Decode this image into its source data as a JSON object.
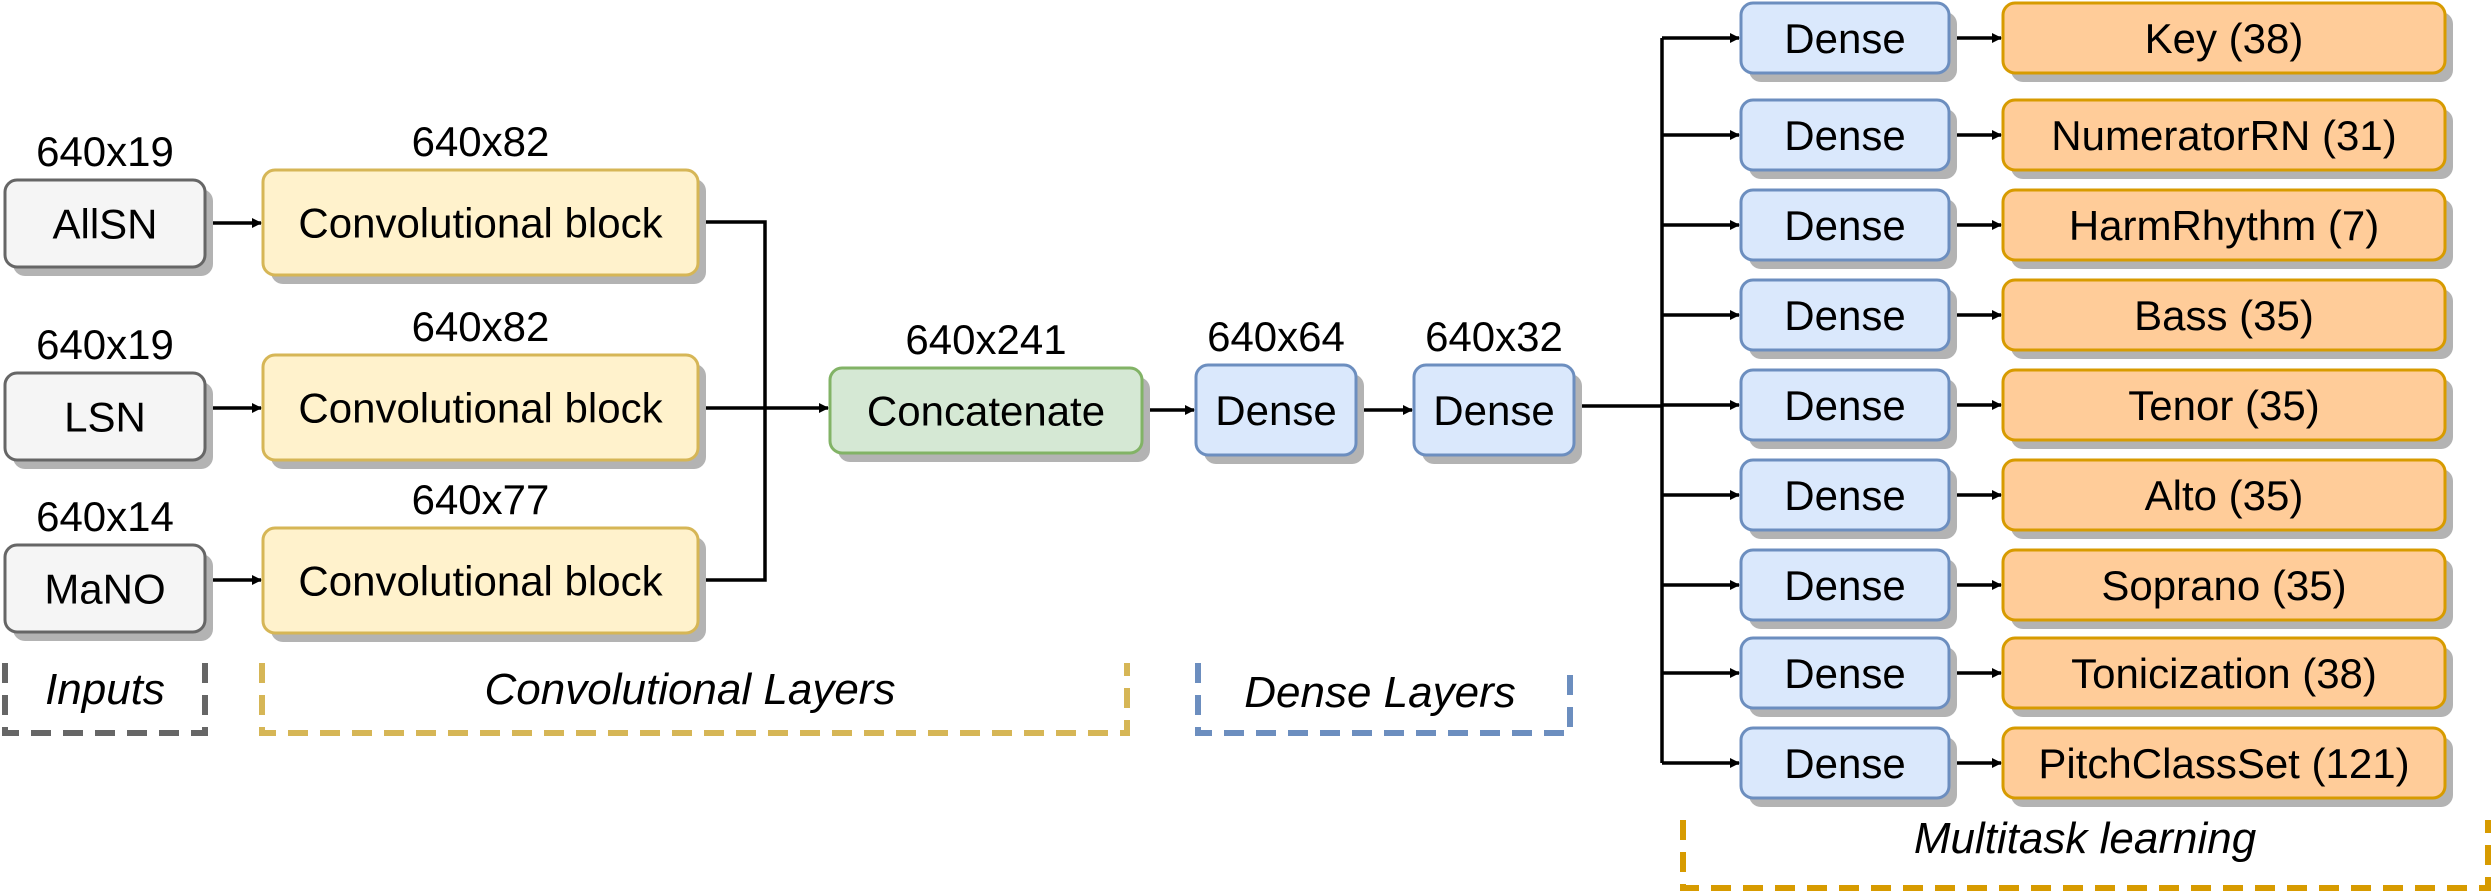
{
  "colors": {
    "input_fill": "#f5f5f5",
    "input_stroke": "#666666",
    "conv_fill": "#fff2cc",
    "conv_stroke": "#d6b656",
    "concat_fill": "#d5e8d4",
    "concat_stroke": "#82b366",
    "dense_fill": "#dae8fc",
    "dense_stroke": "#6c8ebf",
    "output_fill": "#ffcc99",
    "output_stroke": "#d79b00",
    "shadow": "#b3b3b3",
    "arrow": "#000000"
  },
  "inputs": [
    {
      "label": "AllSN",
      "dim": "640x19"
    },
    {
      "label": "LSN",
      "dim": "640x19"
    },
    {
      "label": "MaNO",
      "dim": "640x14"
    }
  ],
  "conv_blocks": [
    {
      "label": "Convolutional block",
      "dim": "640x82"
    },
    {
      "label": "Convolutional block",
      "dim": "640x82"
    },
    {
      "label": "Convolutional block",
      "dim": "640x77"
    }
  ],
  "concat": {
    "label": "Concatenate",
    "dim": "640x241"
  },
  "dense_layers": [
    {
      "label": "Dense",
      "dim": "640x64"
    },
    {
      "label": "Dense",
      "dim": "640x32"
    }
  ],
  "task_dense_label": "Dense",
  "outputs": [
    "Key (38)",
    "NumeratorRN (31)",
    "HarmRhythm (7)",
    "Bass (35)",
    "Tenor (35)",
    "Alto (35)",
    "Soprano (35)",
    "Tonicization (38)",
    "PitchClassSet (121)"
  ],
  "groups": {
    "inputs": "Inputs",
    "conv": "Convolutional Layers",
    "dense": "Dense Layers",
    "multitask": "Multitask learning"
  }
}
